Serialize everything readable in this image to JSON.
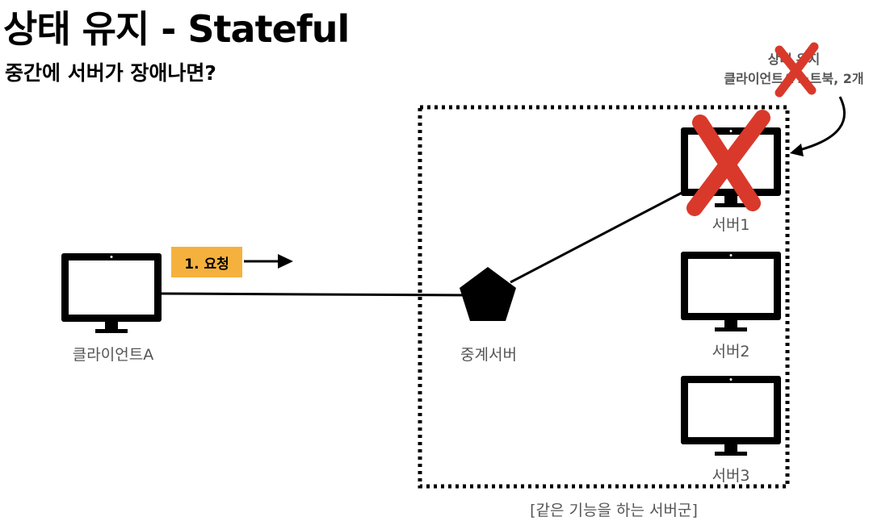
{
  "title": "상태 유지 - Stateful",
  "subtitle": "중간에 서버가 장애나면?",
  "note": {
    "line1": "상태 유지",
    "line2": "클라이언트A 노트북, 2개"
  },
  "client_label": "클라이언트A",
  "request_label": "1. 요청",
  "relay_label": "중계서버",
  "servers": [
    {
      "label": "서버1",
      "failed": true
    },
    {
      "label": "서버2",
      "failed": false
    },
    {
      "label": "서버3",
      "failed": false
    }
  ],
  "group_caption": "[같은 기능을 하는 서버군]",
  "colors": {
    "request_badge": "#f5b13d",
    "failure_mark": "#d9392b",
    "label_gray": "#555555"
  }
}
